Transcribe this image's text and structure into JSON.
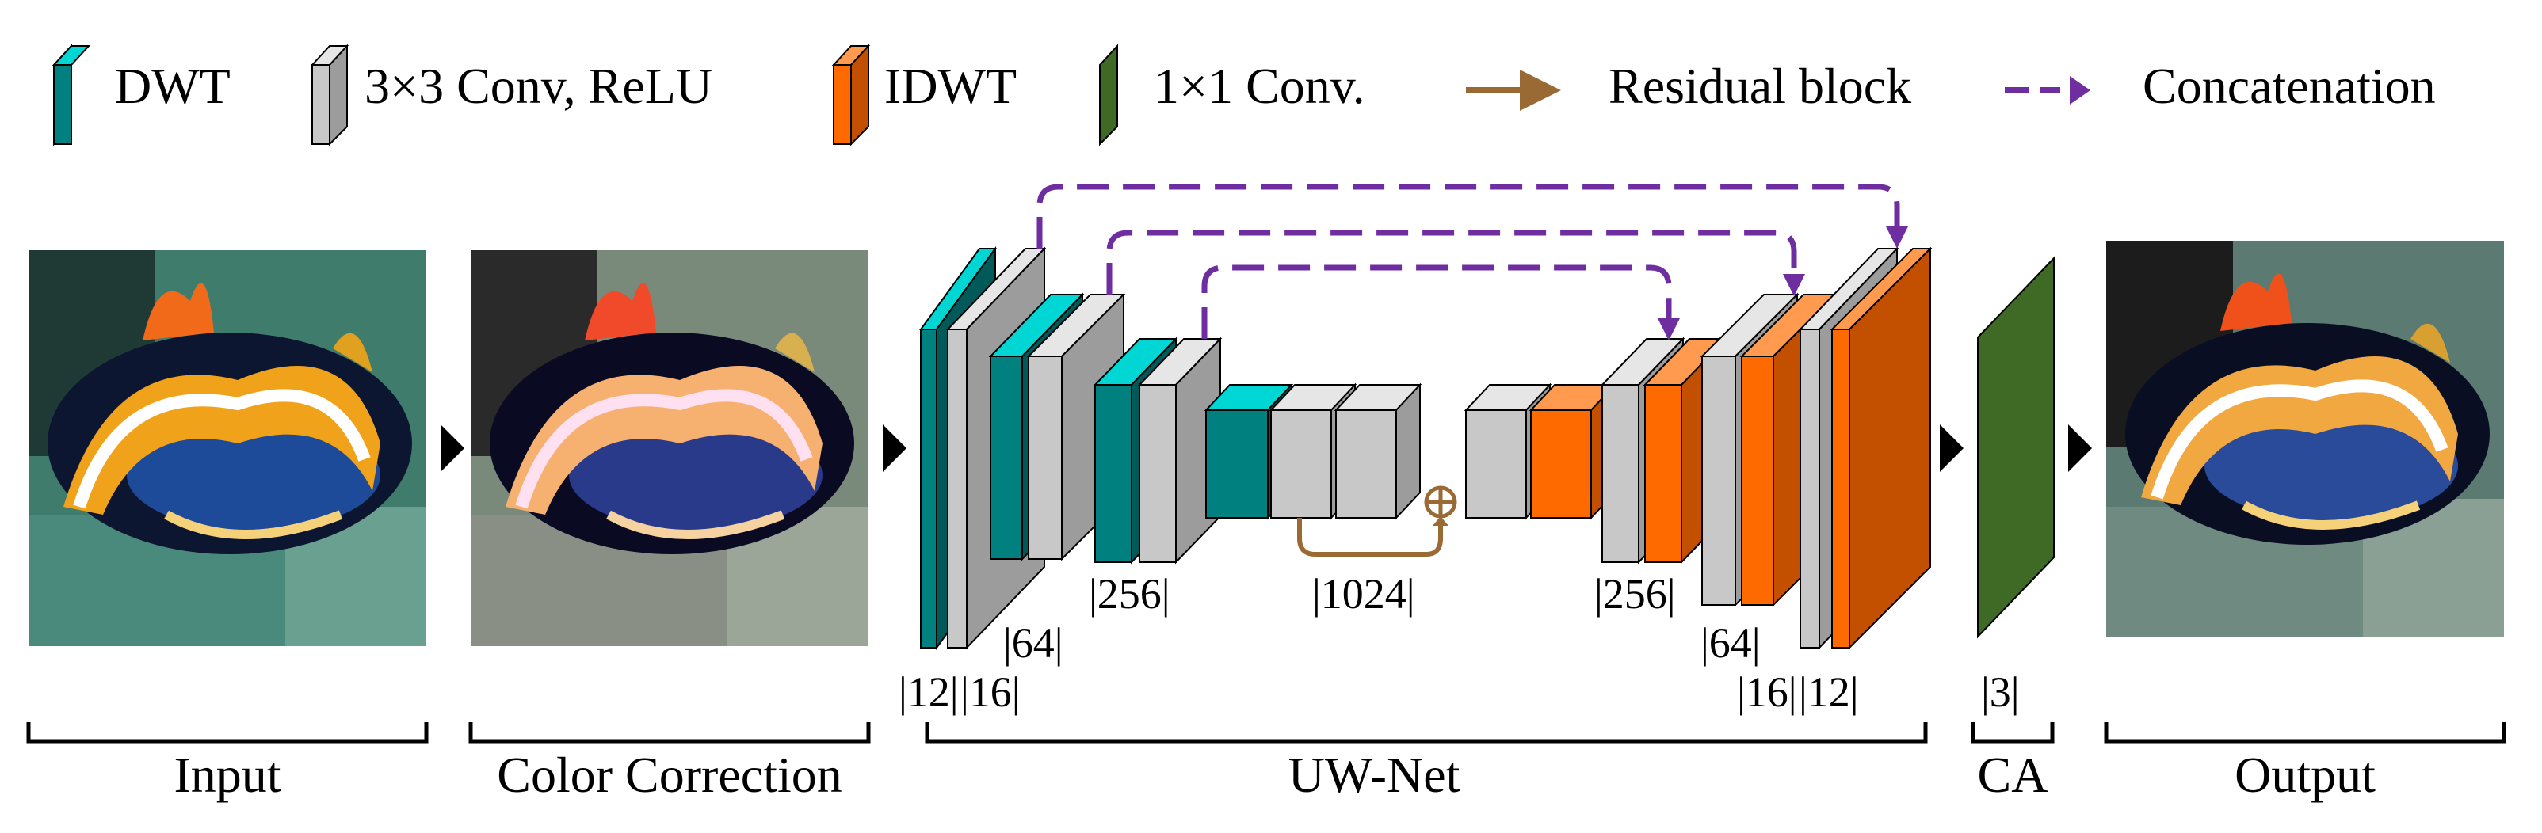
{
  "legend": {
    "items": [
      {
        "key": "dwt",
        "label": "DWT",
        "kind": "block"
      },
      {
        "key": "conv3",
        "label": "3×3 Conv, ReLU",
        "kind": "block"
      },
      {
        "key": "idwt",
        "label": "IDWT",
        "kind": "block"
      },
      {
        "key": "conv1",
        "label": "1×1 Conv.",
        "kind": "block"
      },
      {
        "key": "residual",
        "label": "Residual block",
        "kind": "arrow"
      },
      {
        "key": "concat",
        "label": "Concatenation",
        "kind": "dashed-arrow"
      }
    ]
  },
  "colors": {
    "dwt_front": "#00807f",
    "dwt_top": "#00d6d4",
    "dwt_side": "#005a5a",
    "conv3_front": "#c8c8c8",
    "conv3_top": "#e6e6e6",
    "conv3_side": "#9c9c9c",
    "idwt_front": "#ff6a00",
    "idwt_top": "#ff9a4e",
    "idwt_side": "#c25000",
    "conv1": "#3f6a26",
    "residual": "#9a6a35",
    "concat": "#6e2ea0",
    "bracket": "#000000"
  },
  "images": {
    "input": {
      "name": "input-image"
    },
    "color_corrected": {
      "name": "color-corrected-image"
    },
    "output": {
      "name": "output-image"
    }
  },
  "dimensions": {
    "enc_12": "|12|",
    "enc_16": "|16|",
    "enc_64": "|64|",
    "enc_256": "|256|",
    "mid_1024": "|1024|",
    "dec_256": "|256|",
    "dec_64": "|64|",
    "dec_16": "|16|",
    "dec_12": "|12|",
    "ca_3": "|3|"
  },
  "sections": {
    "input": "Input",
    "color_correction": "Color Correction",
    "uwnet": "UW-Net",
    "ca": "CA",
    "output": "Output"
  }
}
